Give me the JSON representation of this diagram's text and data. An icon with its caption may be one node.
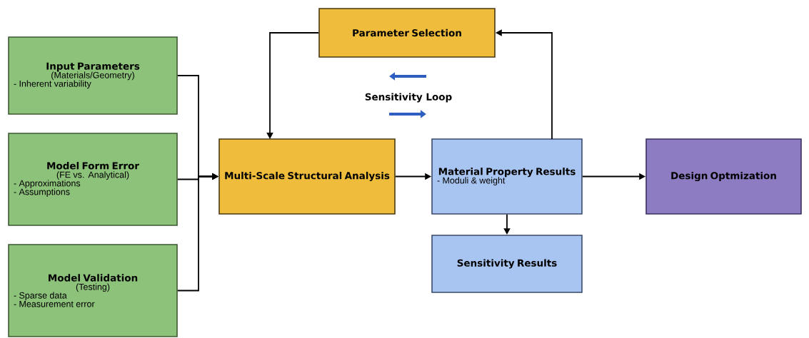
{
  "diagram": {
    "nodes": [
      {
        "text": [
          "Input Parameters",
          "(Materials/Geometry)",
          "- Inherent variability"
        ]
      },
      {
        "text": [
          "Model Form Error",
          "(FE vs. Analytical)",
          "- Approximations",
          "- Assumptions"
        ]
      },
      {
        "text": [
          "Model Validation",
          "(Testing)",
          "- Sparse data",
          "- Measurement error"
        ]
      },
      {
        "text": [
          "Parameter Selection"
        ]
      },
      {
        "text": [
          "Multi-Scale Structural Analysis"
        ]
      },
      {
        "text": [
          "Material Property Results",
          "- Moduli & weight"
        ]
      },
      {
        "text": [
          "Design Optmization"
        ]
      },
      {
        "text": [
          "Sensitivity Results"
        ]
      }
    ],
    "edges": [
      {
        "from": 0,
        "to": 4,
        "arrow": "to"
      },
      {
        "from": 1,
        "to": 4,
        "arrow": "to"
      },
      {
        "from": 2,
        "to": 4,
        "arrow": "to"
      },
      {
        "from": 4,
        "to": 5,
        "arrow": "to"
      },
      {
        "from": 5,
        "to": 3,
        "arrow": "to"
      },
      {
        "from": 3,
        "to": 4,
        "arrow": "to"
      },
      {
        "from": 5,
        "to": 6,
        "arrow": "to"
      },
      {
        "from": 5,
        "to": 7,
        "arrow": "to"
      }
    ],
    "labels": [
      "Sensitivity Loop"
    ]
  }
}
